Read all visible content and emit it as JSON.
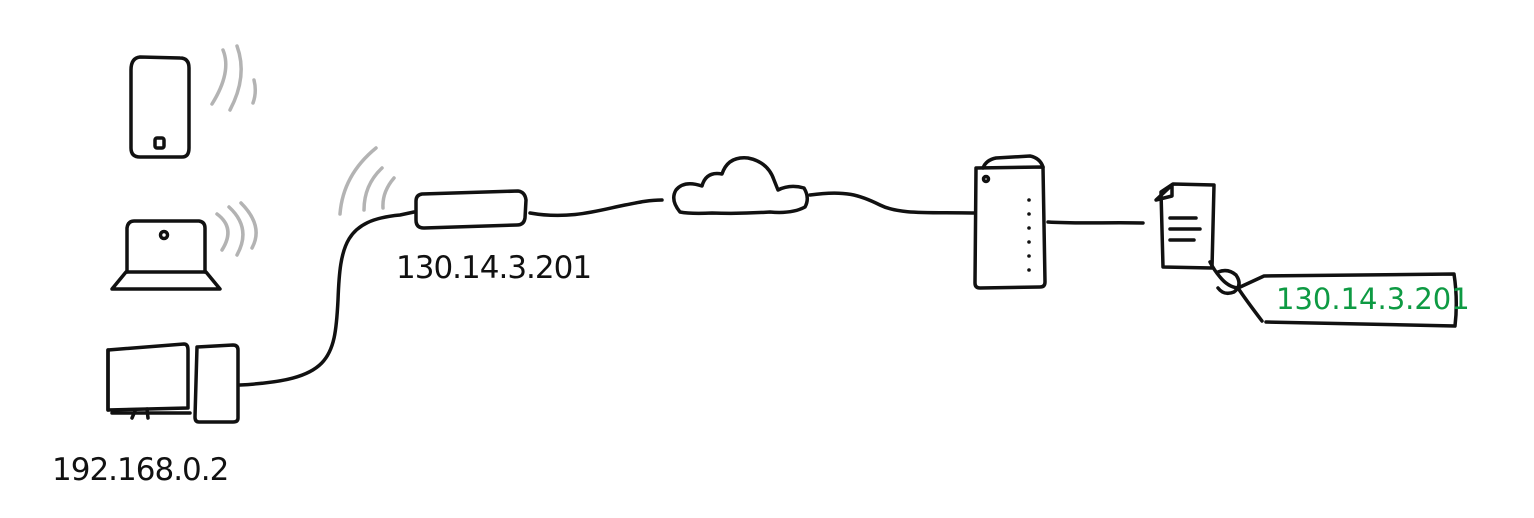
{
  "labels": {
    "desktop_ip": "192.168.0.2",
    "router_ip": "130.14.3.201",
    "tag_ip": "130.14.3.201"
  },
  "colors": {
    "ink": "#111111",
    "wireless_waves": "#b3b3b3",
    "tag_text": "#0e9a43",
    "background": "#ffffff"
  },
  "icons": [
    "smartphone-icon",
    "laptop-icon",
    "desktop-computer-icon",
    "router-icon",
    "cloud-icon",
    "server-icon",
    "document-icon",
    "tag-icon"
  ]
}
